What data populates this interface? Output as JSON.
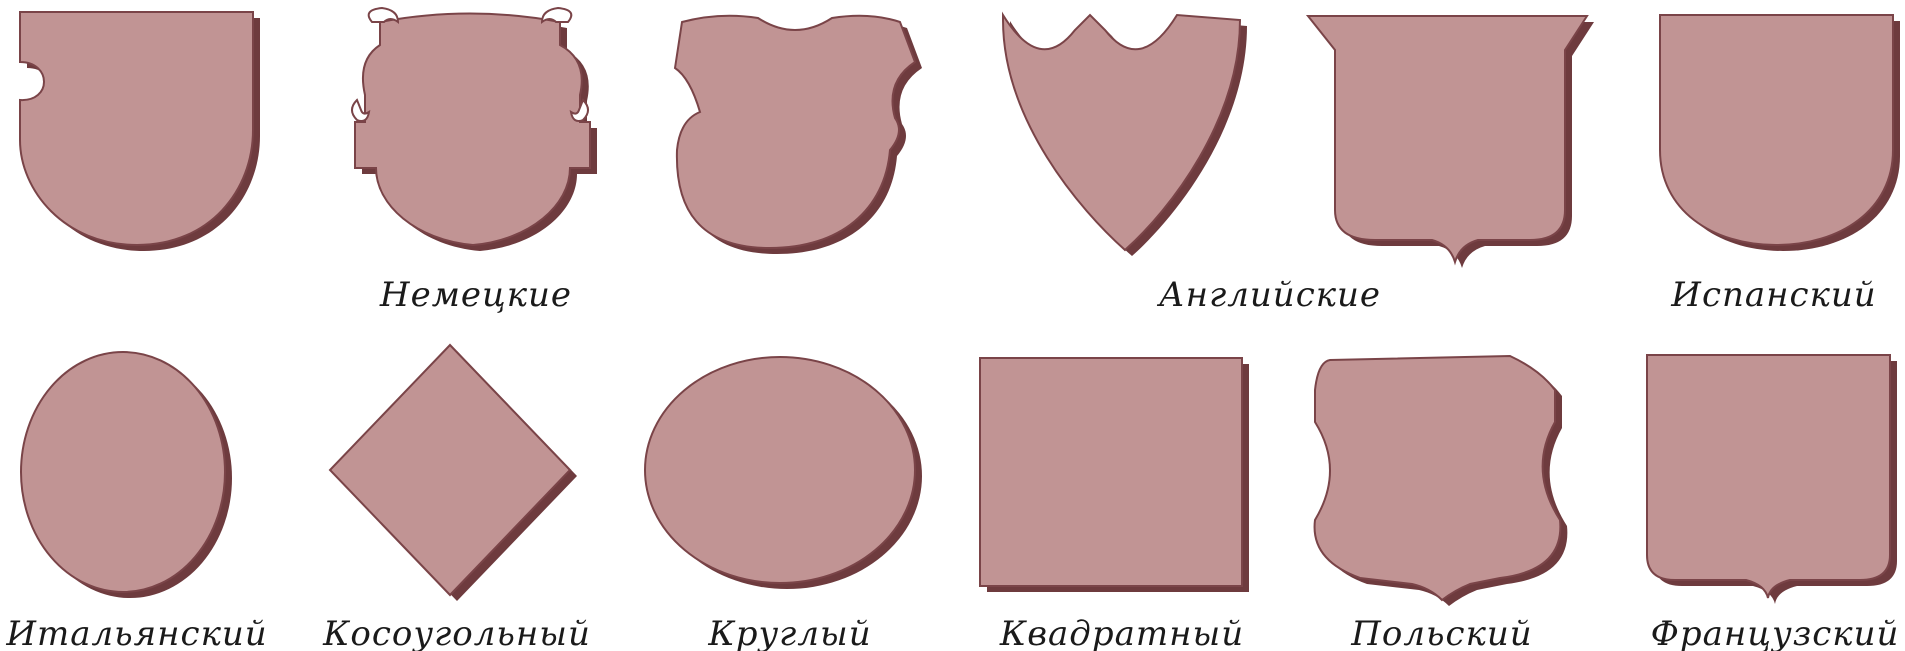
{
  "captions": {
    "german": "Немецкие",
    "english": "Английские",
    "spanish": "Испанский",
    "italian": "Итальянский",
    "diagonal": "Косоугольный",
    "round": "Круглый",
    "square": "Квадратный",
    "polish": "Польский",
    "french": "Французский"
  },
  "colors": {
    "fill": "#c19494",
    "shadow": "#6e3b3e",
    "outline": "#7a4448"
  }
}
